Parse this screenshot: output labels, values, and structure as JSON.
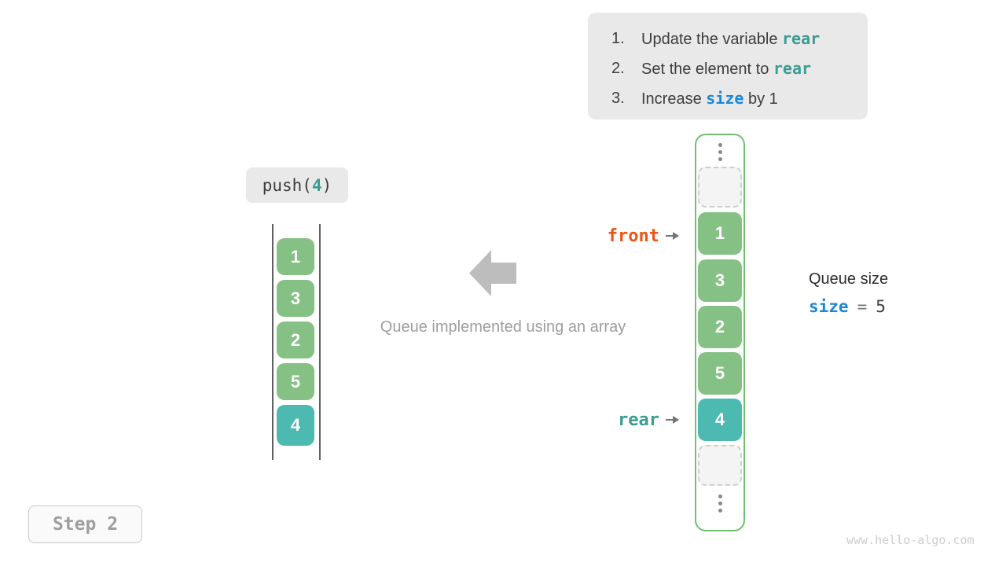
{
  "instructions": {
    "items": [
      {
        "num": "1.",
        "prefix": "Update the variable ",
        "code": "rear",
        "suffix": ""
      },
      {
        "num": "2.",
        "prefix": "Set the element to ",
        "code": "rear",
        "suffix": ""
      },
      {
        "num": "3.",
        "prefix": "Increase ",
        "code": "size",
        "suffix": " by 1"
      }
    ]
  },
  "push_label": {
    "open": "push(",
    "arg": "4",
    "close": ")"
  },
  "left_queue": {
    "items": [
      "1",
      "3",
      "2",
      "5",
      "4"
    ]
  },
  "caption": "Queue implemented using an array",
  "array": {
    "cells": [
      "1",
      "3",
      "2",
      "5",
      "4"
    ]
  },
  "pointers": {
    "front": "front",
    "rear": "rear"
  },
  "queue_size": {
    "label": "Queue size",
    "var": "size",
    "eq": "=",
    "value": "5"
  },
  "step_badge": "Step 2",
  "watermark": "www.hello-algo.com",
  "colors": {
    "teal_code": "#3a9c93",
    "blue_code": "#1c87d8",
    "orange_code": "#ed5414",
    "green_cell": "#85c185",
    "teal_cell": "#4cbab0",
    "array_border": "#72c072",
    "instruction_bg": "#e9e9e9",
    "gray_arrow": "#bdbdbd",
    "caption_gray": "#9e9e9e"
  }
}
